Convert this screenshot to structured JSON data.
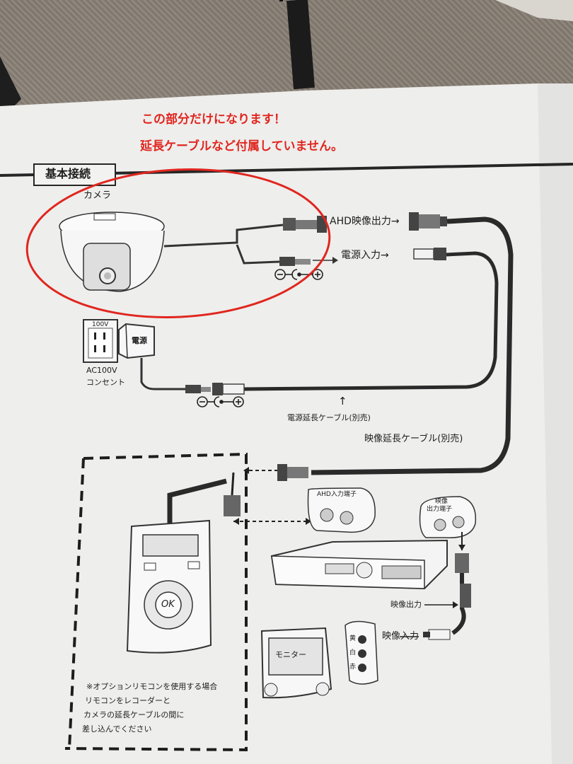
{
  "notice": {
    "line1": "この部分だけになります！",
    "line2": "延長ケーブルなど付属していません。"
  },
  "diagram": {
    "section_title": "基本接続",
    "camera": "カメラ",
    "ahd_output": "AHD映像出力→",
    "power_input": "電源入力→",
    "power_label": "電源",
    "outlet_voltage": "100V",
    "ac_line1": "AC100V",
    "ac_line2": "コンセント",
    "arrow_up": "↑",
    "power_ext_cable": "電源延長ケーブル(別売)",
    "video_ext_cable": "映像延長ケーブル(別売)",
    "ahd_input_terminal": "AHD入力端子",
    "video_out_terminal_1": "映像",
    "video_out_terminal_2": "出力端子",
    "video_output": "映像出力",
    "video_input": "映像入力",
    "monitor": "モニター",
    "yellow": "黄",
    "white": "白",
    "red": "赤",
    "ok": "OK",
    "note_line1": "※オプションリモコンを使用する場合",
    "note_line2": "リモコンをレコーダーと",
    "note_line3": "カメラの延長ケーブルの間に",
    "note_line4": "差し込んでください"
  },
  "colors": {
    "annotation_red": "#e0261f",
    "paper": "#eeeeec",
    "ink": "#1d1d1d"
  }
}
